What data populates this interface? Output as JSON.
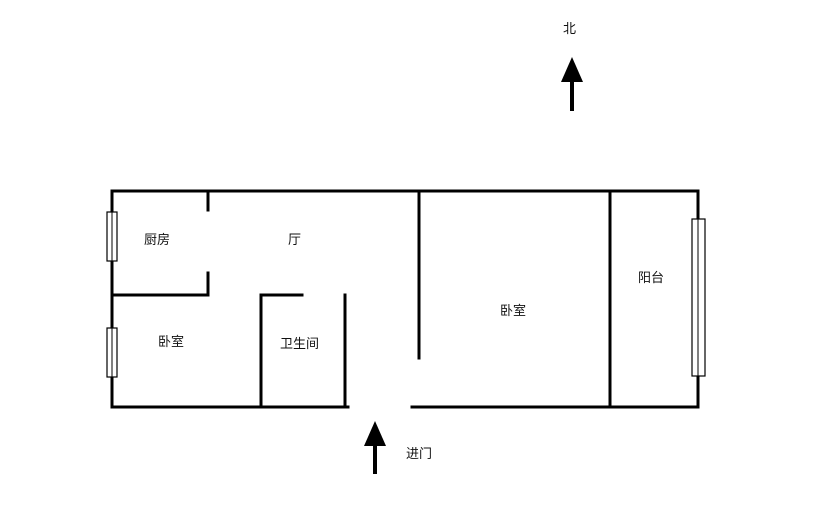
{
  "compass": {
    "north_label": "北"
  },
  "entrance": {
    "label": "进门"
  },
  "rooms": {
    "kitchen": "厨房",
    "living_room": "厅",
    "bedroom_small": "卧室",
    "bathroom": "卫生间",
    "bedroom_main": "卧室",
    "balcony": "阳台"
  }
}
